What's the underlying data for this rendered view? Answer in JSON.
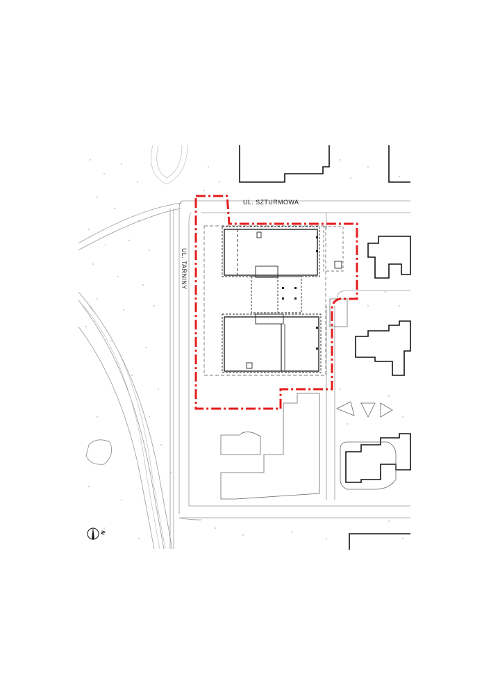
{
  "streets": {
    "north": "UL. SZTURMOWA",
    "west": "UL. TARNINY"
  },
  "north_arrow": {
    "label": "N"
  },
  "colors": {
    "site_boundary": "#e31b1b",
    "existing_buildings": "#111111",
    "context_lines": "#9a9a9a",
    "tree_dots": "#c8c8c8"
  }
}
